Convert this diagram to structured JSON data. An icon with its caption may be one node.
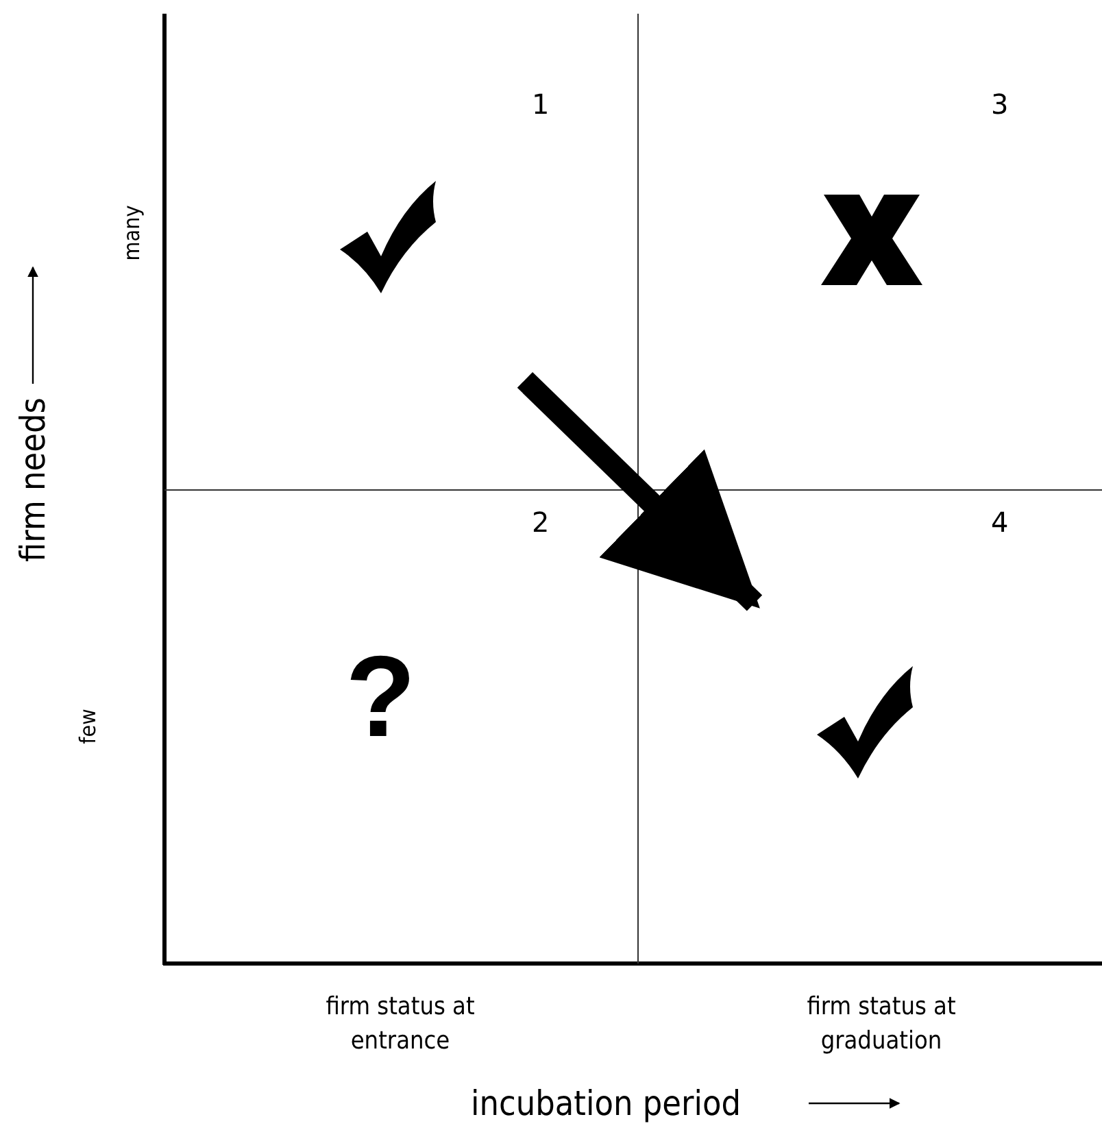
{
  "diagram": {
    "nodes": [
      {
        "text": [
          "1"
        ]
      },
      {
        "text": [
          "3"
        ]
      },
      {
        "text": [
          "2",
          "?"
        ]
      },
      {
        "text": [
          "4"
        ]
      }
    ],
    "edges": [
      {
        "from": 0,
        "to": 3,
        "arrow": "to"
      }
    ],
    "labels": [
      "many",
      "firm needs",
      "few",
      "firm status at entrance",
      "firm status at graduation",
      "incubation period"
    ]
  }
}
